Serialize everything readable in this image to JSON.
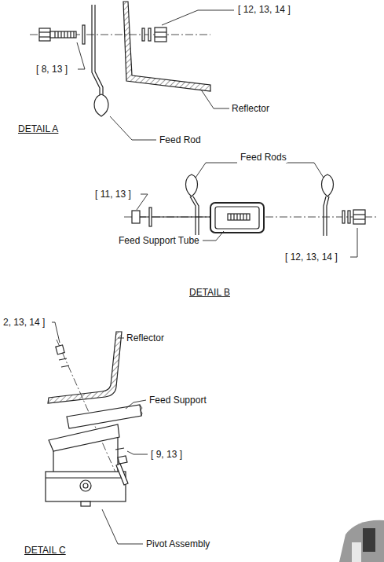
{
  "diagram": {
    "labels": [
      "[ 12, 13, 14 ]",
      "[ 8, 13 ]",
      "Reflector",
      "Feed Rod",
      "DETAIL A",
      "Feed Rods",
      "[ 11, 13 ]",
      "Feed Support Tube",
      "DETAIL B",
      "[ 12, 13, 14 ]",
      "2, 13, 14 ]",
      "Reflector",
      "Feed Support",
      "[ 9, 13 ]",
      "Pivot Assembly",
      "DETAIL C"
    ]
  }
}
